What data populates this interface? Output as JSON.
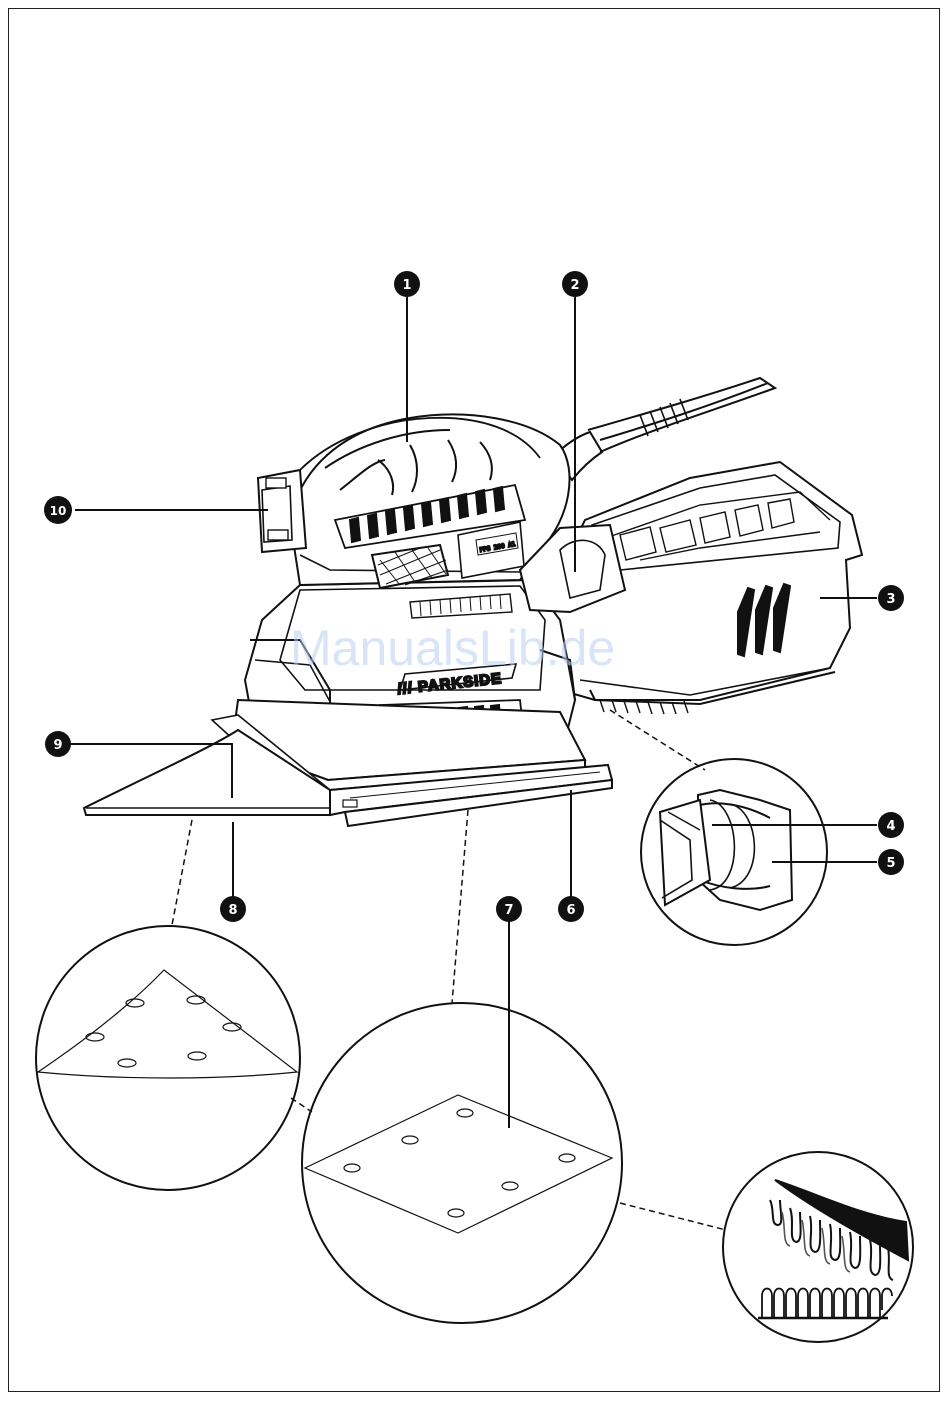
{
  "diagram": {
    "callouts": [
      {
        "id": 1,
        "label": "1"
      },
      {
        "id": 2,
        "label": "2"
      },
      {
        "id": 3,
        "label": "3"
      },
      {
        "id": 4,
        "label": "4"
      },
      {
        "id": 5,
        "label": "5"
      },
      {
        "id": 6,
        "label": "6"
      },
      {
        "id": 7,
        "label": "7"
      },
      {
        "id": 8,
        "label": "8"
      },
      {
        "id": 9,
        "label": "9"
      },
      {
        "id": 10,
        "label": "10"
      }
    ],
    "brand_label": "/// PARKSIDE",
    "rating_label": "PPS 200 A1",
    "watermark": "ManualsLib.de"
  }
}
